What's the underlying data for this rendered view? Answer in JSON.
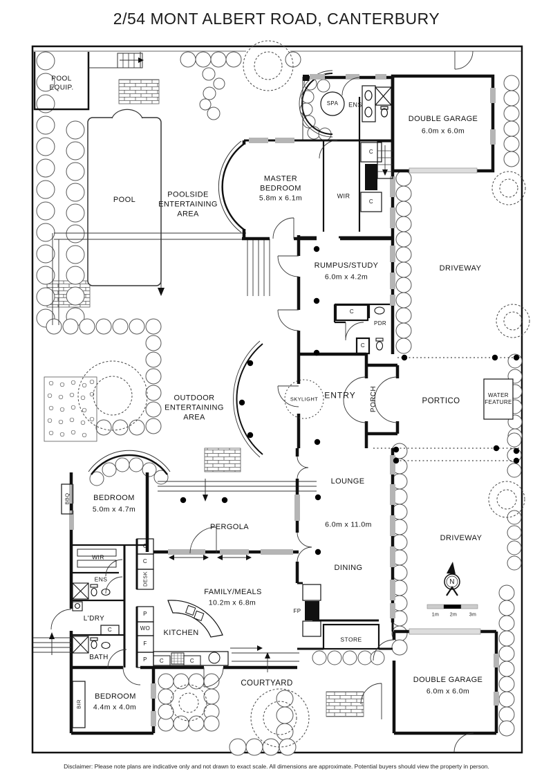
{
  "title": "2/54 MONT ALBERT ROAD, CANTERBURY",
  "disclaimer": "Disclaimer: Please note plans are indicative only and not drawn to exact scale. All dimensions are approximate. Potential buyers should view the property in person.",
  "colors": {
    "ink": "#111111",
    "background": "#ffffff"
  },
  "labels": {
    "pool_equip": "POOL\nEQUIP.",
    "pool": "POOL",
    "poolside": "POOLSIDE\nENTERTAINING\nAREA",
    "master_bedroom": "MASTER\nBEDROOM",
    "master_dims": "5.8m x 6.1m",
    "spa": "SPA",
    "ens": "ENS",
    "wir": "WIR",
    "garage_top": "DOUBLE GARAGE",
    "garage_top_dims": "6.0m x 6.0m",
    "driveway": "DRIVEWAY",
    "rumpus": "RUMPUS/STUDY",
    "rumpus_dims": "6.0m x 4.2m",
    "pdr": "PDR",
    "skylight": "SKYLIGHT",
    "entry": "ENTRY",
    "porch": "PORCH",
    "portico": "PORTICO",
    "water_feature": "WATER\nFEATURE",
    "outdoor": "OUTDOOR\nENTERTAINING\nAREA",
    "bedroom_west": "BEDROOM",
    "bedroom_west_dims": "5.0m x 4.7m",
    "bbq": "BBQ",
    "pergola": "PERGOLA",
    "lounge": "LOUNGE",
    "lounge_dining_dims": "6.0m x 11.0m",
    "dining": "DINING",
    "fp": "FP",
    "store": "STORE",
    "family": "FAMILY/MEALS",
    "family_dims": "10.2m x 6.8m",
    "kitchen": "KITCHEN",
    "desk": "DESK",
    "laundry": "L'DRY",
    "bath": "BATH",
    "bedroom_south": "BEDROOM",
    "bedroom_south_dims": "4.4m x 4.0m",
    "bir": "BIR",
    "courtyard": "COURTYARD",
    "garage_bottom": "DOUBLE GARAGE",
    "garage_bottom_dims": "6.0m x 6.0m",
    "c": "C",
    "p": "P",
    "wo": "WO",
    "f": "F",
    "compass_north": "N"
  },
  "scale_bar": {
    "ticks": [
      "1m",
      "2m",
      "3m"
    ]
  }
}
